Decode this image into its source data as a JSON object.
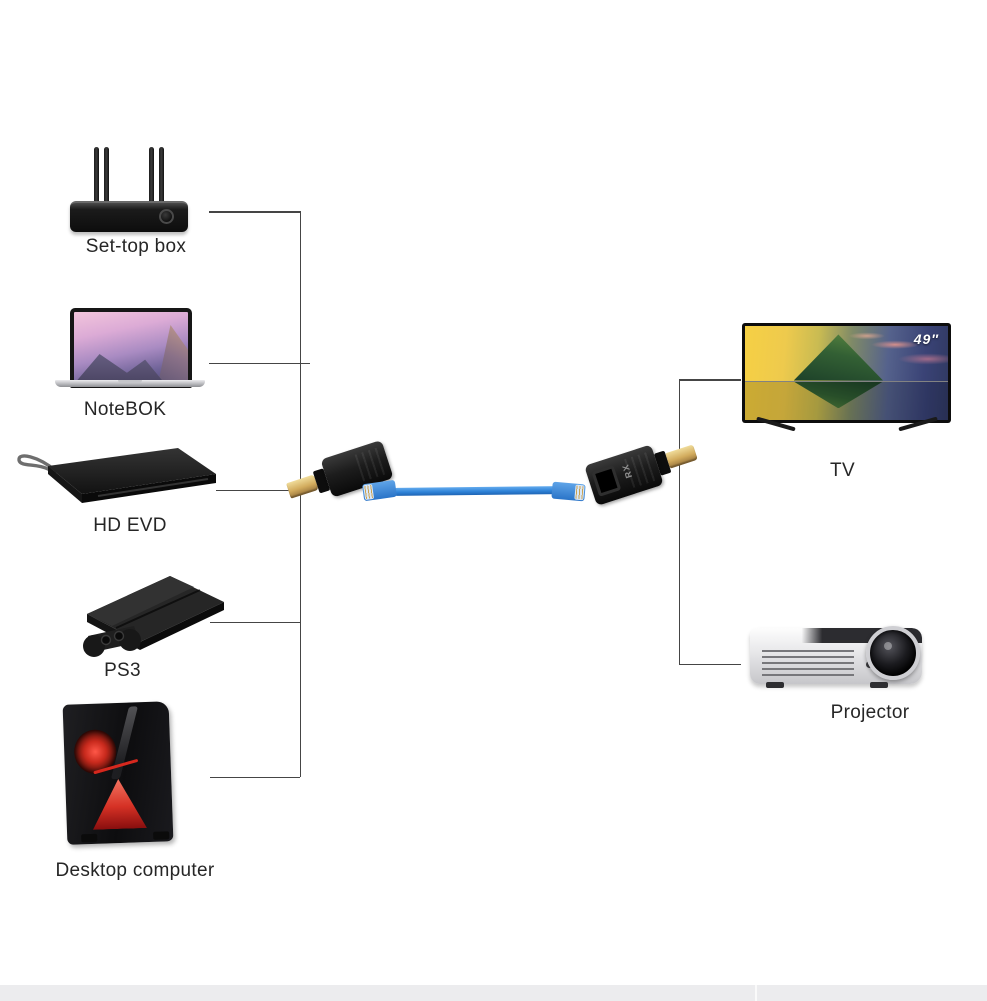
{
  "page": {
    "background": "#ffffff",
    "bottom_strip_color": "#ececee"
  },
  "connector": {
    "line_color": "#454545"
  },
  "sources": {
    "set_top_box": {
      "label": "Set-top box"
    },
    "notebook": {
      "label": "NoteBOK"
    },
    "hd_evd": {
      "label": "HD EVD"
    },
    "ps3": {
      "label": "PS3"
    },
    "desktop": {
      "label": "Desktop computer"
    }
  },
  "displays": {
    "tv": {
      "label": "TV",
      "size_badge": "49″"
    },
    "projector": {
      "label": "Projector"
    }
  },
  "extender": {
    "receiver_marking": "RX",
    "cable_color": "#2f83d8",
    "hdmi_plug_color": "#d2ab5d",
    "adapter_color": "#1d1d1d"
  }
}
